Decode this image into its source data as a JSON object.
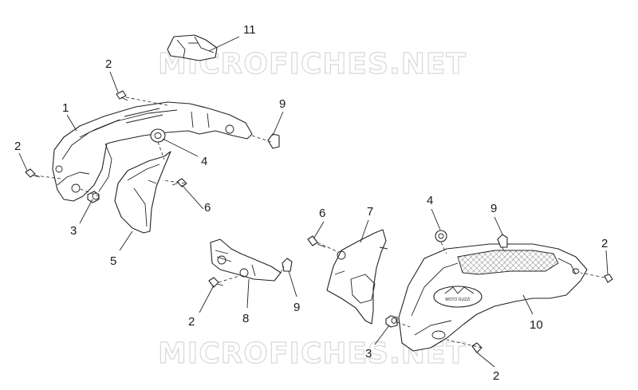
{
  "watermark": {
    "top": "MICROFICHES.NET",
    "bottom": "MICROFICHES.NET"
  },
  "logo": {
    "text": "MOTO GUZZI"
  },
  "callouts": [
    {
      "id": "c1",
      "label": "1"
    },
    {
      "id": "c2a",
      "label": "2"
    },
    {
      "id": "c2b",
      "label": "2"
    },
    {
      "id": "c2c",
      "label": "2"
    },
    {
      "id": "c2d",
      "label": "2"
    },
    {
      "id": "c2e",
      "label": "2"
    },
    {
      "id": "c3a",
      "label": "3"
    },
    {
      "id": "c3b",
      "label": "3"
    },
    {
      "id": "c4a",
      "label": "4"
    },
    {
      "id": "c4b",
      "label": "4"
    },
    {
      "id": "c5",
      "label": "5"
    },
    {
      "id": "c6a",
      "label": "6"
    },
    {
      "id": "c6b",
      "label": "6"
    },
    {
      "id": "c7",
      "label": "7"
    },
    {
      "id": "c8",
      "label": "8"
    },
    {
      "id": "c9a",
      "label": "9"
    },
    {
      "id": "c9b",
      "label": "9"
    },
    {
      "id": "c9c",
      "label": "9"
    },
    {
      "id": "c10",
      "label": "10"
    },
    {
      "id": "c11",
      "label": "11"
    }
  ]
}
